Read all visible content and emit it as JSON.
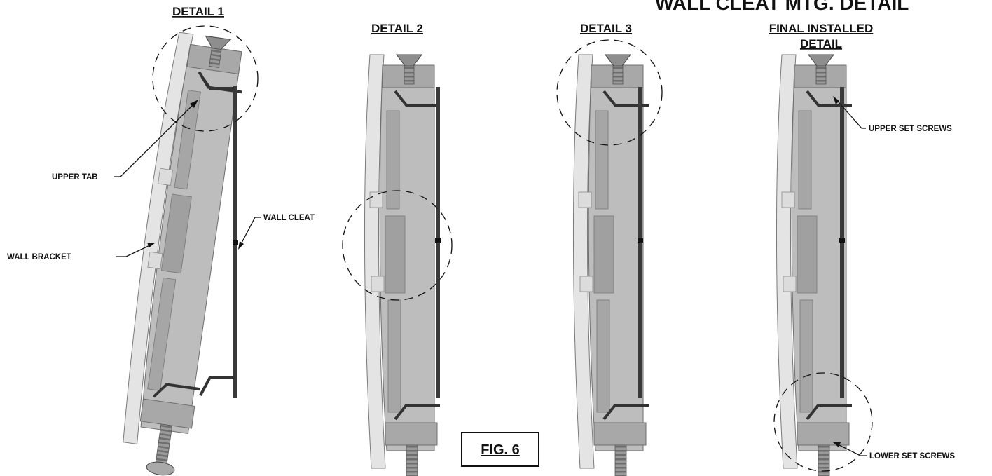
{
  "title": "WALL CLEAT MTG. DETAIL",
  "figure_label": "FIG. 6",
  "details": [
    {
      "heading": "DETAIL 1"
    },
    {
      "heading": "DETAIL 2"
    },
    {
      "heading": "DETAIL 3"
    },
    {
      "heading_line1": "FINAL INSTALLED",
      "heading_line2": "DETAIL"
    }
  ],
  "callouts": {
    "upper_tab": "UPPER TAB",
    "wall_cleat": "WALL CLEAT",
    "wall_bracket": "WALL BRACKET",
    "upper_set_screws": "UPPER SET SCREWS",
    "lower_set_screws": "LOWER SET SCREWS"
  },
  "colors": {
    "outer_bracket": "#e3e3e3",
    "inner_block": "#b9b9b9",
    "cleat": "#3a3a3a",
    "screw": "#8a8a8a",
    "line": "#111111"
  }
}
